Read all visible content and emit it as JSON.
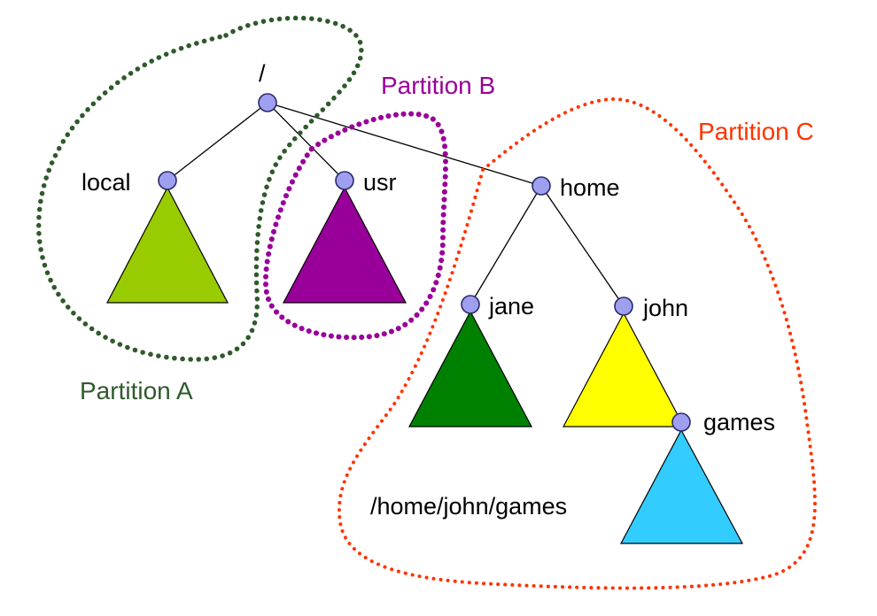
{
  "colors": {
    "node_fill": "#9f9ff0",
    "partition_a": "#2f5a2b",
    "partition_b": "#990099",
    "partition_c": "#ff3300",
    "local_subtree": "#99cc00",
    "usr_subtree": "#990099",
    "jane_subtree": "#008000",
    "john_subtree": "#ffff00",
    "games_subtree": "#33ccff"
  },
  "nodes": {
    "root": "/",
    "local": "local",
    "usr": "usr",
    "home": "home",
    "jane": "jane",
    "john": "john",
    "games": "games"
  },
  "partitions": {
    "a": "Partition A",
    "b": "Partition B",
    "c": "Partition C"
  },
  "mount_path": "/home/john/games"
}
